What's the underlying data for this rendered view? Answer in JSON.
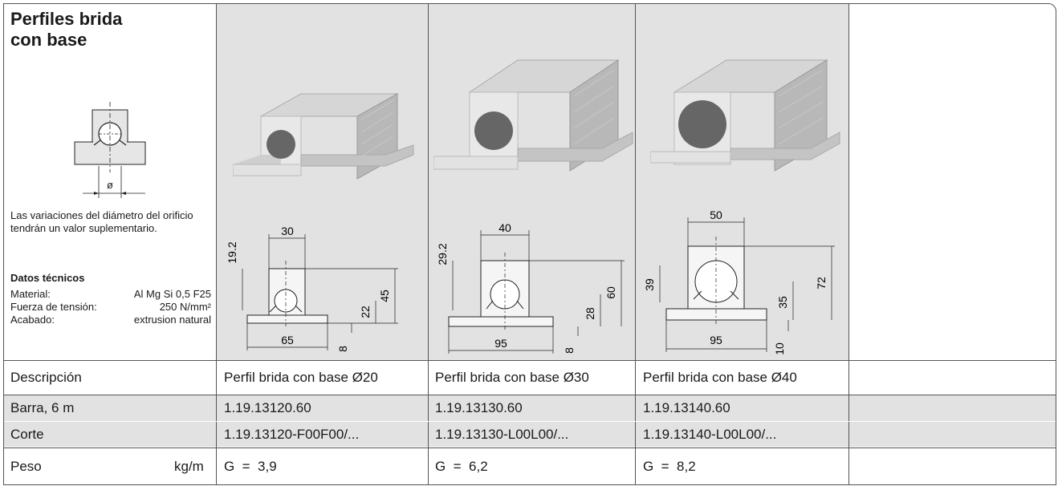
{
  "header": {
    "title_line1": "Perfiles brida",
    "title_line2": "con base",
    "diameter_symbol": "ø",
    "note": "Las variaciones del diámetro del orificio tendrán un valor suplementario.",
    "tech_title": "Datos técnicos",
    "tech": [
      {
        "key": "Material:",
        "value": "Al Mg Si 0,5 F25"
      },
      {
        "key": "Fuerza de tensión:",
        "value": "250 N/mm²"
      },
      {
        "key": "Acabado:",
        "value": "extrusion natural"
      }
    ]
  },
  "profiles": [
    {
      "width": "30",
      "height": "45",
      "mid": "22",
      "base": "65",
      "thick": "8",
      "top": "19.2"
    },
    {
      "width": "40",
      "height": "60",
      "mid": "28",
      "base": "95",
      "thick": "8",
      "top": "29.2"
    },
    {
      "width": "50",
      "height": "72",
      "mid": "35",
      "base": "95",
      "thick": "10",
      "top": "39"
    }
  ],
  "table": {
    "rows": [
      {
        "label": "Descripción",
        "unit": "",
        "values": [
          "Perfil brida con base Ø20",
          "Perfil brida con base Ø30",
          "Perfil brida con base Ø40",
          ""
        ]
      },
      {
        "label": "Barra, 6 m",
        "unit": "",
        "values": [
          "1.19.13120.60",
          "1.19.13130.60",
          "1.19.13140.60",
          ""
        ]
      },
      {
        "label": "Corte",
        "unit": "",
        "values": [
          "1.19.13120-F00F00/...",
          "1.19.13130-L00L00/...",
          "1.19.13140-L00L00/...",
          ""
        ]
      },
      {
        "label": "Peso",
        "unit": "kg/m",
        "values": [
          "G  =  3,9",
          "G  =  6,2",
          "G  =  8,2",
          ""
        ]
      }
    ]
  }
}
